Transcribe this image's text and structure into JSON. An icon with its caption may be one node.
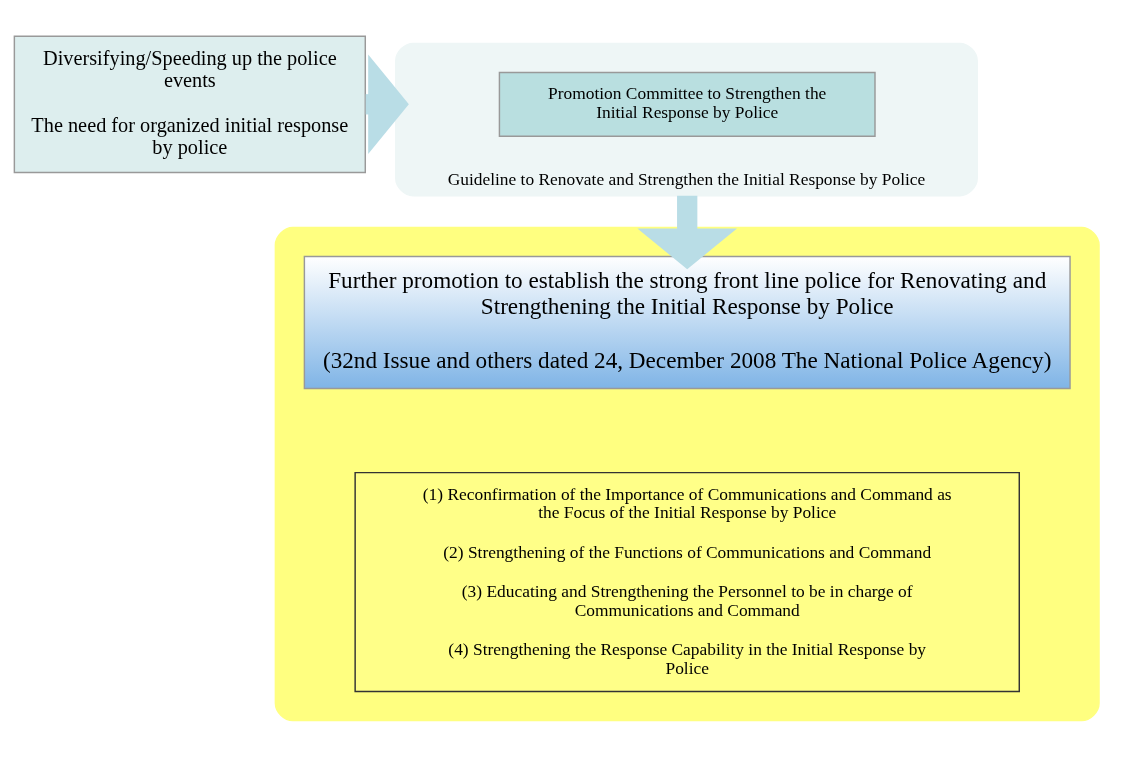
{
  "diagram": {
    "nodes": [
      {
        "text": [
          "Diversifying/Speeding up the police events",
          "The need for organized initial response by police"
        ]
      },
      {
        "text": [
          "Guideline to Renovate and Strengthen the Initial Response by Police"
        ]
      },
      {
        "text": [
          "Promotion Committee to Strengthen the Initial Response by Police"
        ],
        "in": 1
      },
      {
        "text": [],
        "shape": "box"
      },
      {
        "text": [
          "Further promotion to establish the strong front line police for Renovating and Strengthening the Initial Response by Police",
          "(32nd Issue and others dated 24, December 2008 The National Police Agency)"
        ],
        "in": 3
      },
      {
        "text": [
          "(1) Reconfirmation of the Importance of Communications and Command as the Focus of the Initial Response by Police",
          "(2) Strengthening of the Functions of Communications and Command",
          "(3) Educating and Strengthening the Personnel to be in charge of Communications and Command",
          "(4) Strengthening the Response Capability in the Initial Response by Police"
        ],
        "in": 3
      }
    ],
    "edges": [
      {
        "from": 0,
        "to": 1,
        "arrow": "to"
      },
      {
        "from": 1,
        "to": 4,
        "arrow": "to"
      }
    ]
  }
}
